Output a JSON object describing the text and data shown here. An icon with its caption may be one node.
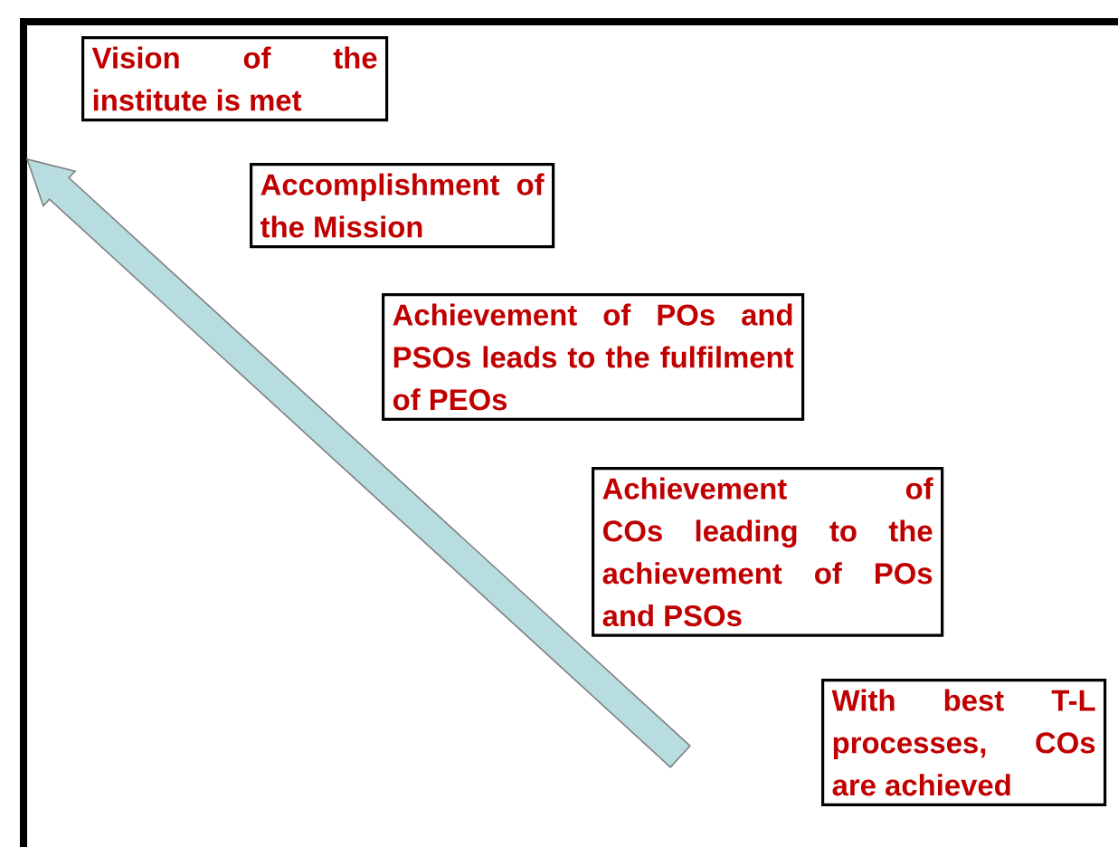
{
  "diagram": {
    "nodes": [
      {
        "text": [
          "Vision of the institute is met"
        ]
      },
      {
        "text": [
          "Accomplishment of the Mission"
        ]
      },
      {
        "text": [
          "Achievement of POs and PSOs leads to the fulfilment of PEOs"
        ]
      },
      {
        "text": [
          "Achievement of COs leading to the achievement of POs and PSOs"
        ]
      },
      {
        "text": [
          "With best T-L processes, COs are achieved"
        ]
      }
    ]
  }
}
